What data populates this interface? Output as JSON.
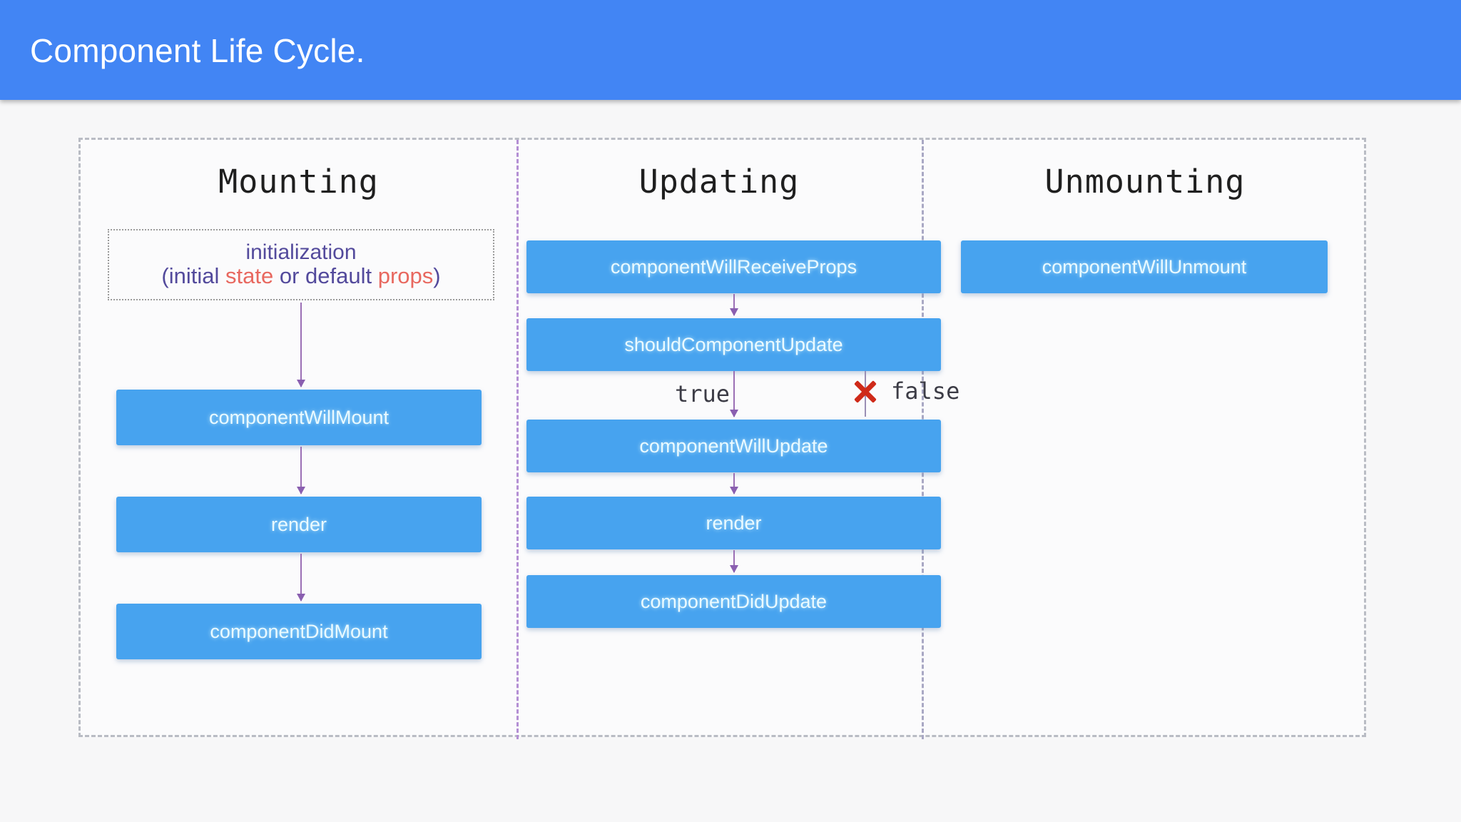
{
  "header": {
    "title": "Component Life Cycle.",
    "background_color": "#4285f4",
    "text_color": "#ffffff"
  },
  "theme": {
    "page_background": "#f7f7f8",
    "box_color": "#47a3ef",
    "box_text_color": "#eafaff",
    "arrow_color": "#9b6fb5",
    "divider_color": "#b48fd4",
    "outer_border_color": "#b9bcc4",
    "init_text_color": "#534a9c",
    "keyword_color": "#e8685f",
    "x_mark_color": "#cf2a19"
  },
  "columns": {
    "mounting": {
      "title": "Mounting",
      "initialization": {
        "line1": "initialization",
        "line2_prefix": "(initial ",
        "keyword1": "state",
        "line2_middle": " or default ",
        "keyword2": "props",
        "line2_suffix": ")"
      },
      "steps": [
        "componentWillMount",
        "render",
        "componentDidMount"
      ]
    },
    "updating": {
      "title": "Updating",
      "steps": [
        "componentWillReceiveProps",
        "shouldComponentUpdate",
        "componentWillUpdate",
        "render",
        "componentDidUpdate"
      ],
      "branch": {
        "true_label": "true",
        "false_label": "false",
        "false_icon": "x-mark-icon"
      }
    },
    "unmounting": {
      "title": "Unmounting",
      "steps": [
        "componentWillUnmount"
      ]
    }
  }
}
